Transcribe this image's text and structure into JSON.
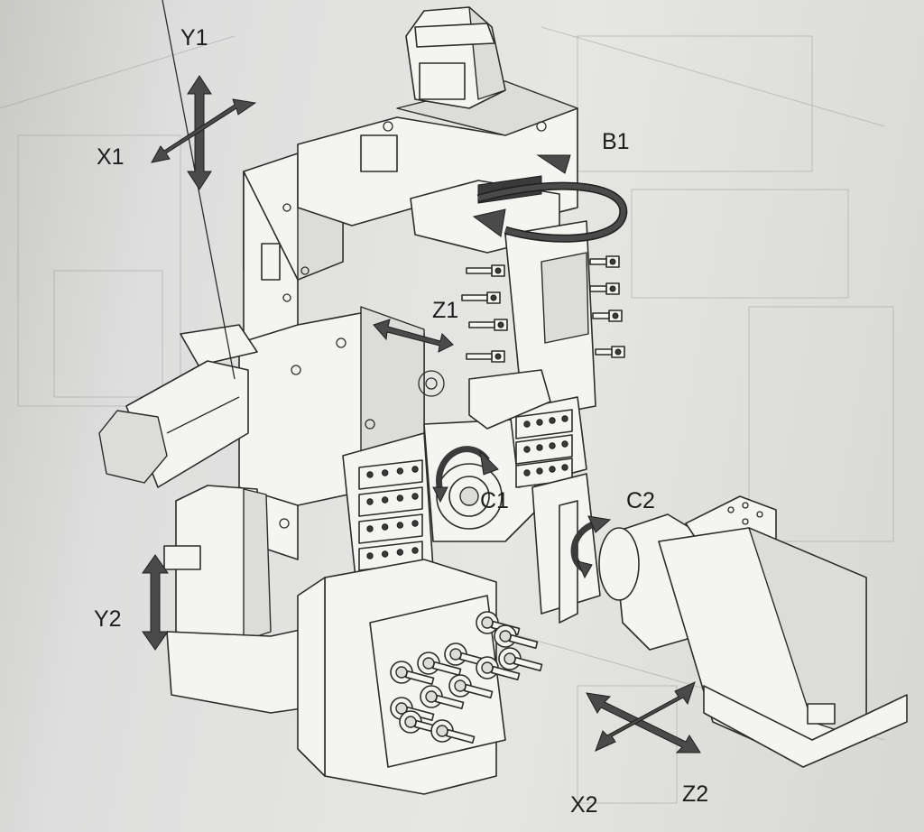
{
  "axes": {
    "y1": "Y1",
    "x1": "X1",
    "b1": "B1",
    "z1": "Z1",
    "c1": "C1",
    "c2": "C2",
    "y2": "Y2",
    "x2": "X2",
    "z2": "Z2"
  },
  "colors": {
    "paper": "#e3e3e0",
    "line": "#2c2c2c",
    "arrow": "#4a4a4a"
  }
}
